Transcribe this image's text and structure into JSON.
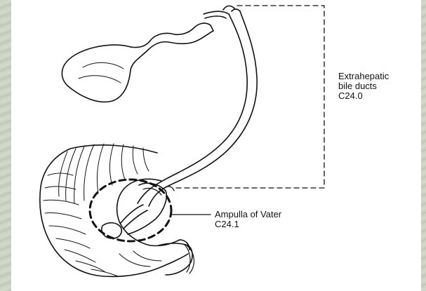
{
  "labels": {
    "extrahepatic": {
      "line1": "Extrahepatic",
      "line2": "bile ducts",
      "code": "C24.0"
    },
    "ampulla": {
      "line1": "Ampulla of Vater",
      "code": "C24.1"
    }
  },
  "colors": {
    "ink": "#111111",
    "paper": "#ffffff",
    "background": "#c9d1c3"
  }
}
